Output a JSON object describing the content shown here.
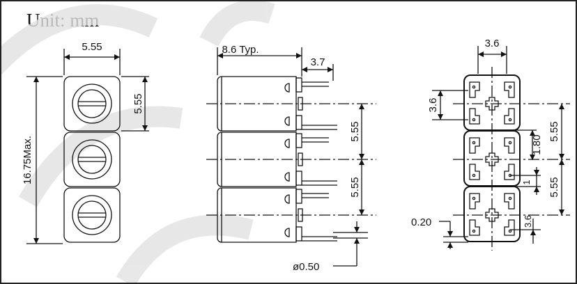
{
  "title": "Unit: mm",
  "front_view": {
    "width": "5.55",
    "cell_height": "5.55",
    "total_height": "16.75Max."
  },
  "side_view": {
    "body_length": "8.6 Typ.",
    "pin_length": "3.7",
    "pitch_upper": "5.55",
    "pitch_lower": "5.55",
    "pin_diameter": "ø0.50"
  },
  "bottom_view": {
    "width": "3.6",
    "height": "3.6",
    "pad_spacing": "1.80",
    "pitch_upper": "5.55",
    "pitch_lower": "5.55",
    "small_pitch": "1",
    "gap": "3.6",
    "offset": "0.20"
  },
  "colors": {
    "line": "#111111",
    "watermark": "#dcdcdc",
    "frame": "#222222"
  }
}
